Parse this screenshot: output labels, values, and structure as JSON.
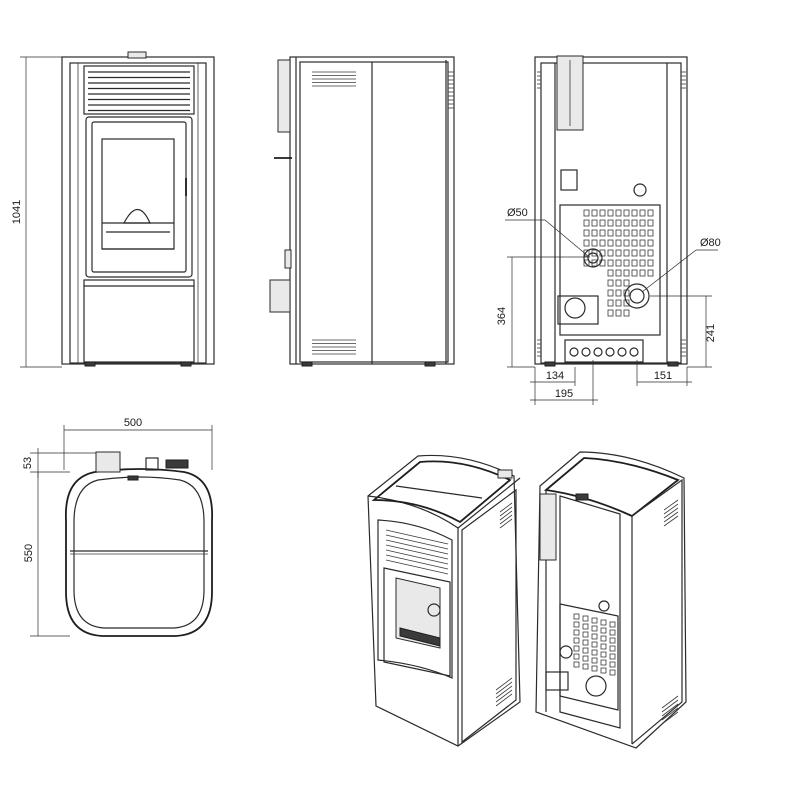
{
  "dimensions": {
    "height": "1041",
    "top_width": "500",
    "top_depth": "550",
    "top_rear": "53",
    "smoke_outlet_height": "364",
    "air_inlet_height": "241",
    "left_offset": "134",
    "outlet_offset": "195",
    "right_offset": "151"
  },
  "diameters": {
    "small": "Ø50",
    "large": "Ø80"
  },
  "icons": [
    "air-inlet-icon",
    "smoke-outlet-icon",
    "grill-vent-icon",
    "door-handle-icon"
  ],
  "colors": {
    "line": "#2b2b2b",
    "background": "#ffffff",
    "shade": "#e9e9e9"
  }
}
